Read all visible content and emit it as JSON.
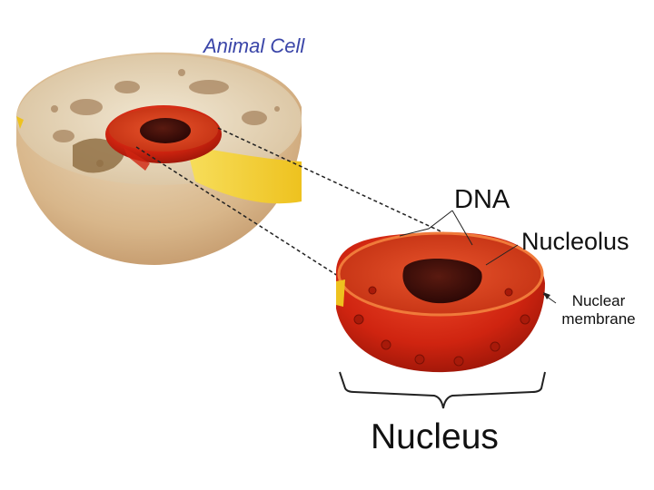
{
  "title": "Animal Cell",
  "labels": {
    "dna": "DNA",
    "nucleolus": "Nucleolus",
    "nuclear_membrane": "Nuclear membrane",
    "nucleus": "Nucleus"
  },
  "colors": {
    "title_text": "#3a45a8",
    "label_text": "#111111",
    "cell_body": "#d9b98f",
    "cell_cytoplasm": "#e9dcc0",
    "nucleus_red": "#d0200f",
    "nucleolus_dark": "#3a0a06",
    "er_yellow": "#f3d33a"
  }
}
